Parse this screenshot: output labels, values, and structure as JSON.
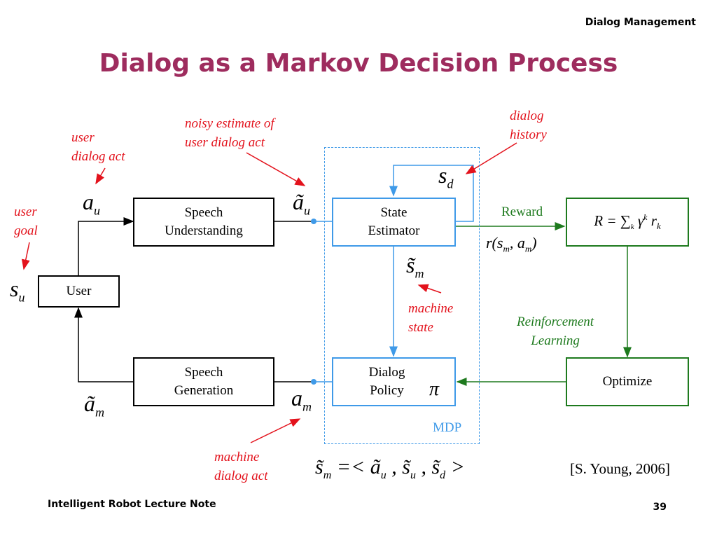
{
  "header": {
    "section": "Dialog Management"
  },
  "title": "Dialog as a Markov Decision Process",
  "footer": {
    "left": "Intelligent Robot Lecture Note",
    "page": "39"
  },
  "boxes": {
    "speech_understanding": "Speech\nUnderstanding",
    "speech_generation": "Speech\nGeneration",
    "user": "User",
    "state_estimator": "State\nEstimator",
    "dialog_policy": "Dialog\nPolicy",
    "reward_formula": "R = ∑ γ^k r_k",
    "optimize": "Optimize"
  },
  "annotations": {
    "user_dialog_act": "user\ndialog act",
    "noisy_estimate": "noisy estimate of\nuser dialog act",
    "dialog_history": "dialog\nhistory",
    "user_goal": "user\ngoal",
    "machine_state": "machine\nstate",
    "machine_dialog_act": "machine\ndialog act",
    "reward": "Reward",
    "reward_fn": "r(s_m, a_m)",
    "reinforcement_learning": "Reinforcement\nLearning",
    "mdp": "MDP"
  },
  "symbols": {
    "a_u": "a_u",
    "a_u_tilde": "ã_u",
    "s_d": "s_d",
    "s_m_tilde": "s̃_m",
    "s_u": "s_u",
    "a_m": "a_m",
    "a_m_tilde": "ã_m",
    "pi": "π"
  },
  "state_equation": "s̃_m =< ã_u , s̃_u , s̃_d >",
  "citation": "[S. Young, 2006]",
  "colors": {
    "title": "#9e2c5e",
    "annotation": "#e3121c",
    "mdp": "#3f9ae8",
    "rl": "#1e7a1e"
  }
}
